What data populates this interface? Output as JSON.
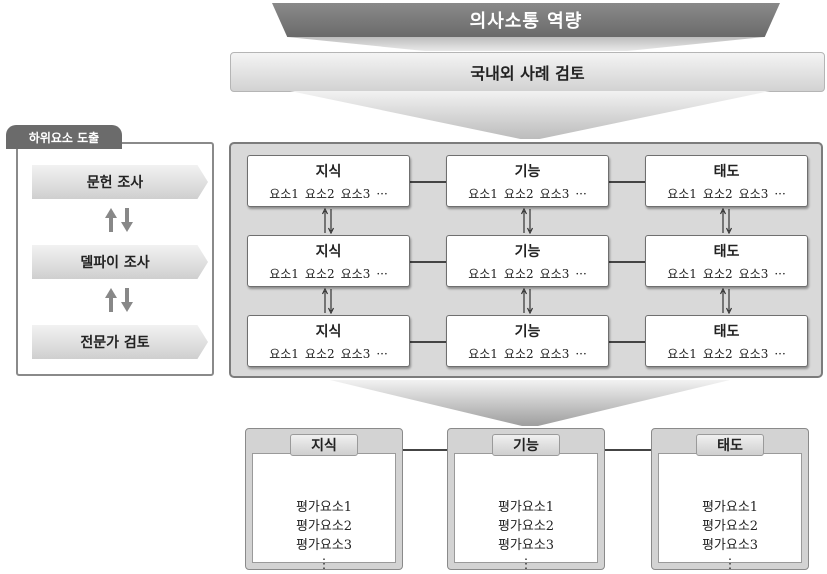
{
  "header": {
    "title": "의사소통 역량",
    "subtitle": "국내외 사례 검토"
  },
  "left_panel": {
    "tab_label": "하위요소 도출",
    "methods": [
      "문헌 조사",
      "델파이 조사",
      "전문가 검토"
    ]
  },
  "grid": {
    "columns": [
      "지식",
      "기능",
      "태도"
    ],
    "element_labels": [
      "요소1",
      "요소2",
      "요소3",
      "···"
    ]
  },
  "results": {
    "boxes": [
      {
        "title": "지식",
        "items": [
          "평가요소1",
          "평가요소2",
          "평가요소3",
          "⋮"
        ]
      },
      {
        "title": "기능",
        "items": [
          "평가요소1",
          "평가요소2",
          "평가요소3",
          "⋮"
        ]
      },
      {
        "title": "태도",
        "items": [
          "평가요소1",
          "평가요소2",
          "평가요소3",
          "⋮"
        ]
      }
    ]
  },
  "colors": {
    "banner": "#777777",
    "panel_bg": "#d9d9d9",
    "border": "#7c7c7c"
  }
}
